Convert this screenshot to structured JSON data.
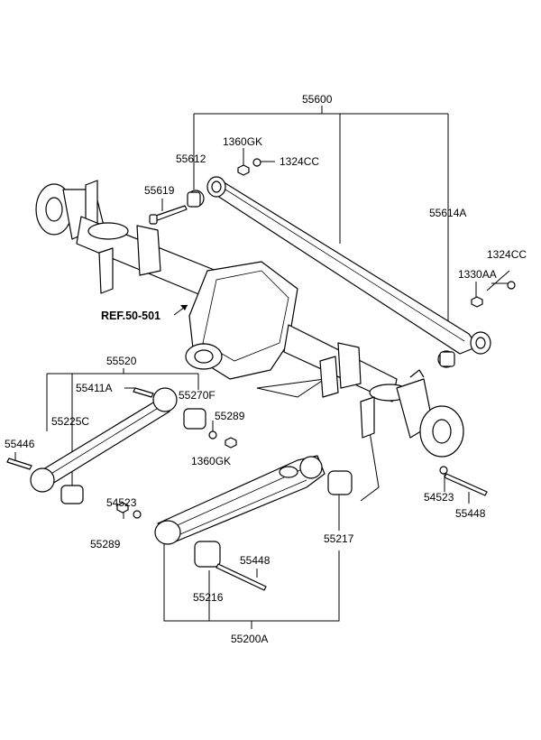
{
  "diagram": {
    "labels": {
      "p55600": "55600",
      "p55612": "55612",
      "p1360GK_top": "1360GK",
      "p1324CC_top": "1324CC",
      "p55619": "55619",
      "p55614A": "55614A",
      "p1324CC_right": "1324CC",
      "p1330AA": "1330AA",
      "ref": "REF.50-501",
      "p55520": "55520",
      "p55411A": "55411A",
      "p55270F": "55270F",
      "p55289_mid": "55289",
      "p55225C": "55225C",
      "p55446": "55446",
      "p1360GK_mid": "1360GK",
      "p54523_right": "54523",
      "p55448_right": "55448",
      "p54523_left": "54523",
      "p55289_left": "55289",
      "p55217": "55217",
      "p55448_low": "55448",
      "p55216": "55216",
      "p55200A": "55200A"
    }
  }
}
